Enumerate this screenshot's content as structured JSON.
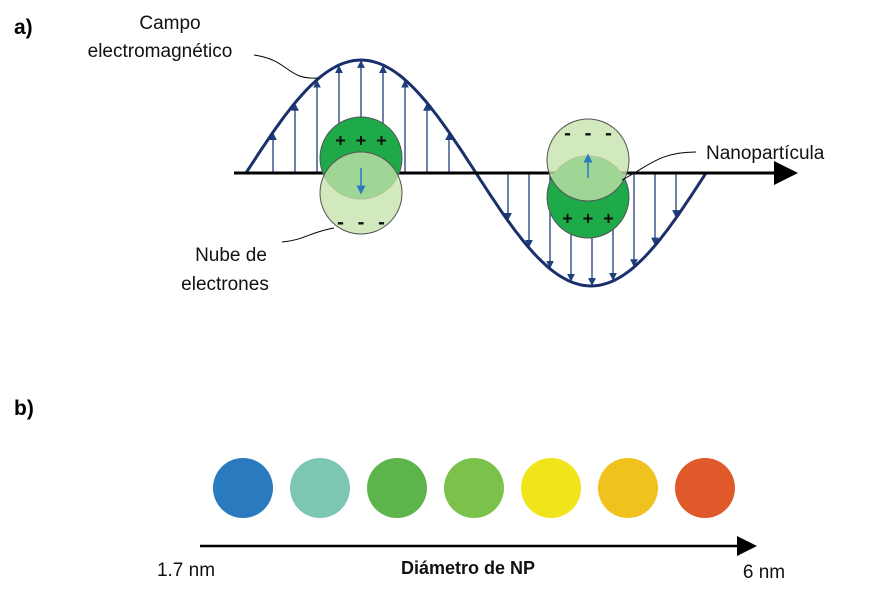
{
  "panel_a": {
    "label": "a)",
    "field_label_line1": "Campo",
    "field_label_line2": "electromagnético",
    "nanoparticle_label": "Nanopartícula",
    "cloud_label_line1": "Nube de",
    "cloud_label_line2": "electrones",
    "plus_signs": "+ + +",
    "minus_signs": "- - -"
  },
  "panel_b": {
    "label": "b)",
    "axis_title": "Diámetro de NP",
    "axis_min": "1.7 nm",
    "axis_max": "6 nm",
    "colors": [
      "#2a7abf",
      "#7ec6b4",
      "#5cb44a",
      "#7cc14a",
      "#f2e41a",
      "#efc21e",
      "#e0592a"
    ]
  },
  "palette": {
    "wave": "#1a2f6b",
    "arrow": "#1f3f7a",
    "particle_dark": "#1faa4a",
    "particle_light": "#c5e3ab",
    "dipole_arrow": "#2a7abf"
  }
}
